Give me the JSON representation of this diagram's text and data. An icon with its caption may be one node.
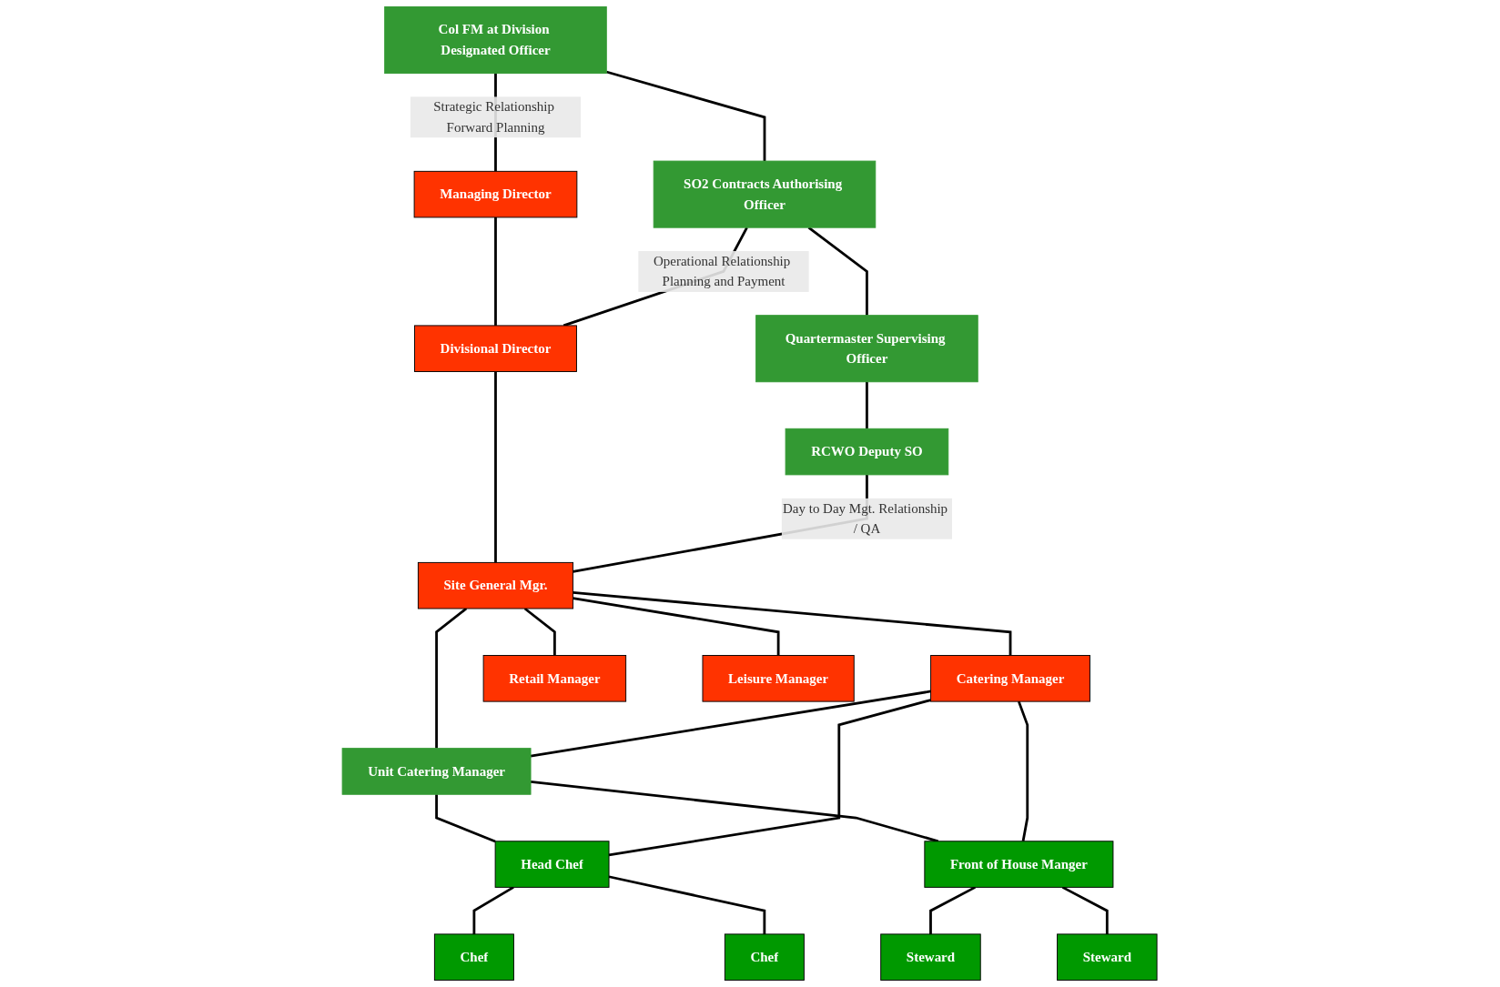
{
  "diagram": {
    "nodes": [
      {
        "text": [
          "Col FM at Division Designated Officer"
        ]
      },
      {
        "text": [
          "Managing Director"
        ]
      },
      {
        "text": [
          "SO2 Contracts Authorising Officer"
        ]
      },
      {
        "text": [
          "Divisional Director"
        ]
      },
      {
        "text": [
          "Quartermaster Supervising Officer"
        ]
      },
      {
        "text": [
          "RCWO Deputy SO"
        ]
      },
      {
        "text": [
          "Site General Mgr."
        ]
      },
      {
        "text": [
          "Unit Catering Manager"
        ]
      },
      {
        "text": [
          "Catering Manager"
        ]
      },
      {
        "text": [
          "Retail Manager"
        ]
      },
      {
        "text": [
          "Leisure Manager"
        ]
      },
      {
        "text": [
          "Head Chef"
        ]
      },
      {
        "text": [
          "Front of House Manger"
        ]
      },
      {
        "text": [
          "Chef"
        ]
      },
      {
        "text": [
          "Chef"
        ]
      },
      {
        "text": [
          "Steward"
        ]
      },
      {
        "text": [
          "Steward"
        ]
      }
    ],
    "edges": [
      {
        "from": 0,
        "to": 1,
        "arrow": "none",
        "label": "Strategic Relationship Forward Planning"
      },
      {
        "from": 0,
        "to": 2,
        "arrow": "none"
      },
      {
        "from": 1,
        "to": 3,
        "arrow": "none"
      },
      {
        "from": 2,
        "to": 3,
        "arrow": "none",
        "label": "Operational Relationship Planning and Payment"
      },
      {
        "from": 2,
        "to": 4,
        "arrow": "none"
      },
      {
        "from": 4,
        "to": 5,
        "arrow": "none"
      },
      {
        "from": 3,
        "to": 6,
        "arrow": "none"
      },
      {
        "from": 5,
        "to": 6,
        "arrow": "none",
        "label": "Day to Day Mgt. Relationship / QA"
      },
      {
        "from": 6,
        "to": 7,
        "arrow": "none"
      },
      {
        "from": 6,
        "to": 8,
        "arrow": "none"
      },
      {
        "from": 6,
        "to": 9,
        "arrow": "none"
      },
      {
        "from": 6,
        "to": 10,
        "arrow": "none"
      },
      {
        "from": 7,
        "to": 8,
        "arrow": "none"
      },
      {
        "from": 7,
        "to": 11,
        "arrow": "none"
      },
      {
        "from": 7,
        "to": 12,
        "arrow": "none"
      },
      {
        "from": 8,
        "to": 11,
        "arrow": "none"
      },
      {
        "from": 8,
        "to": 12,
        "arrow": "none"
      },
      {
        "from": 11,
        "to": 13,
        "arrow": "none"
      },
      {
        "from": 11,
        "to": 14,
        "arrow": "none"
      },
      {
        "from": 12,
        "to": 15,
        "arrow": "none"
      },
      {
        "from": 12,
        "to": 16,
        "arrow": "none"
      }
    ]
  }
}
